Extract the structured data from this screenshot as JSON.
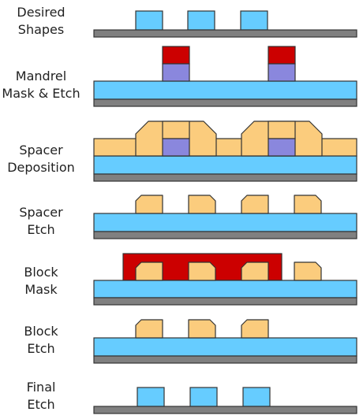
{
  "colors": {
    "substrate": "#808080",
    "target_layer": "#66ccff",
    "hard_mask": "#cc0000",
    "mandrel": "#8a87dd",
    "spacer": "#fbcc7d",
    "block_mask": "#cc0000",
    "outline": "#333333"
  },
  "steps": [
    {
      "id": "desired-shapes",
      "line1": "Desired",
      "line2": "Shapes"
    },
    {
      "id": "mandrel-mask-etch",
      "line1": "Mandrel",
      "line2": "Mask & Etch"
    },
    {
      "id": "spacer-deposition",
      "line1": "Spacer",
      "line2": "Deposition"
    },
    {
      "id": "spacer-etch",
      "line1": "Spacer",
      "line2": "Etch"
    },
    {
      "id": "block-mask",
      "line1": "Block",
      "line2": "Mask"
    },
    {
      "id": "block-etch",
      "line1": "Block",
      "line2": "Etch"
    },
    {
      "id": "final-etch",
      "line1": "Final",
      "line2": "Etch"
    }
  ]
}
